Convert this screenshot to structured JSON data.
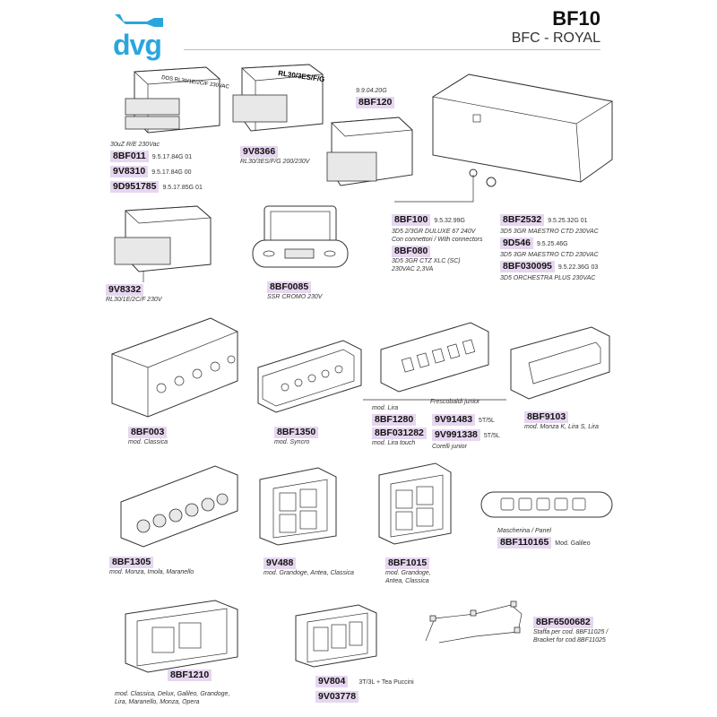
{
  "header": {
    "brand": "dvg",
    "title": "BF10",
    "subtitle": "BFC - ROYAL"
  },
  "parts": {
    "p1": {
      "note": "30uZ R/E 230Vac",
      "label_text": "DOS RL30/1E/2C/F 230VAC",
      "rows": [
        {
          "code": "8BF011",
          "ref": "9.5.17.84G 01"
        },
        {
          "code": "9V8310",
          "ref": "9.5.17.84G 00"
        },
        {
          "code": "9D951785",
          "ref": "9.5.17.85G 01"
        }
      ]
    },
    "p2": {
      "code": "9V8366",
      "label_text": "RL30/3ES/F/G",
      "note": "RL30/3ES/F/G 200/230V"
    },
    "p3": {
      "ref": "9.9.04.20G",
      "code": "8BF120"
    },
    "p4": {
      "code": "9V8332",
      "note": "RL30/1E/2C/F 230V"
    },
    "p5": {
      "code": "8BF0085",
      "note": "SSR CROMO 230V"
    },
    "p6": {
      "rows_left": [
        {
          "code": "8BF100",
          "ref": "9.5.32.99G",
          "note1": "3D5 2/3GR DULUXE 67 240V",
          "note2": "Con connettori / With connectors"
        },
        {
          "code": "8BF080",
          "ref": "",
          "note1": "3D5 3GR CTZ XLC (SC)",
          "note2": "230VAC 2,3VA"
        }
      ],
      "rows_right": [
        {
          "code": "8BF2532",
          "ref": "9.5.25.32G 01",
          "note1": "3D5 3GR MAESTRO CTD 230VAC"
        },
        {
          "code": "9D546",
          "ref": "9.5.25.46G",
          "note1": "3D5 3GR MAESTRO CTD 230VAC"
        },
        {
          "code": "8BF030095",
          "ref": "9.5.22.36G 03",
          "note1": "3D5 ORCHESTRA PLUS 230VAC"
        }
      ]
    },
    "p7": {
      "code": "8BF003",
      "note": "mod. Classica"
    },
    "p8": {
      "code": "8BF1350",
      "note": "mod. Syncro"
    },
    "p9": {
      "head": "Frescobaldi junior",
      "rows": [
        {
          "code": "8BF1280",
          "note": "mod. Lira",
          "code2": "9V91483",
          "ref2": "5T/5L"
        },
        {
          "code": "8BF031282",
          "note": "mod. Lira touch",
          "code2": "9V991338",
          "ref2": "5T/5L",
          "note2": "Corelli junior"
        }
      ]
    },
    "p10": {
      "code": "8BF9103",
      "note": "mod. Monza K, Lira S, Lira"
    },
    "p11": {
      "code": "8BF1305",
      "note": "mod. Monza, Imola, Maranello"
    },
    "p12": {
      "code": "9V488",
      "note": "mod. Grandoge, Antea, Classica"
    },
    "p13": {
      "code": "8BF1015",
      "note1": "mod. Grandoge,",
      "note2": "Antea, Classica"
    },
    "p14": {
      "head": "Mascherina / Panel",
      "code": "8BF110165",
      "note": "Mod. Galileo"
    },
    "p15": {
      "code": "8BF6500682",
      "note1": "Staffa per cod. 8BF11025 /",
      "note2": "Bracket for cod.8BF11025"
    },
    "p16": {
      "code": "8BF1210",
      "note1": "mod. Classica, Delux, Galileo, Grandoge,",
      "note2": "Lira, Maranello, Monza, Opera"
    },
    "p17": {
      "code": "9V804",
      "note": "3T/3L + Tea Puccini",
      "code2": "9V03778"
    }
  },
  "colors": {
    "brand": "#2aa6dc",
    "code_highlight": "#e6d6ef"
  }
}
